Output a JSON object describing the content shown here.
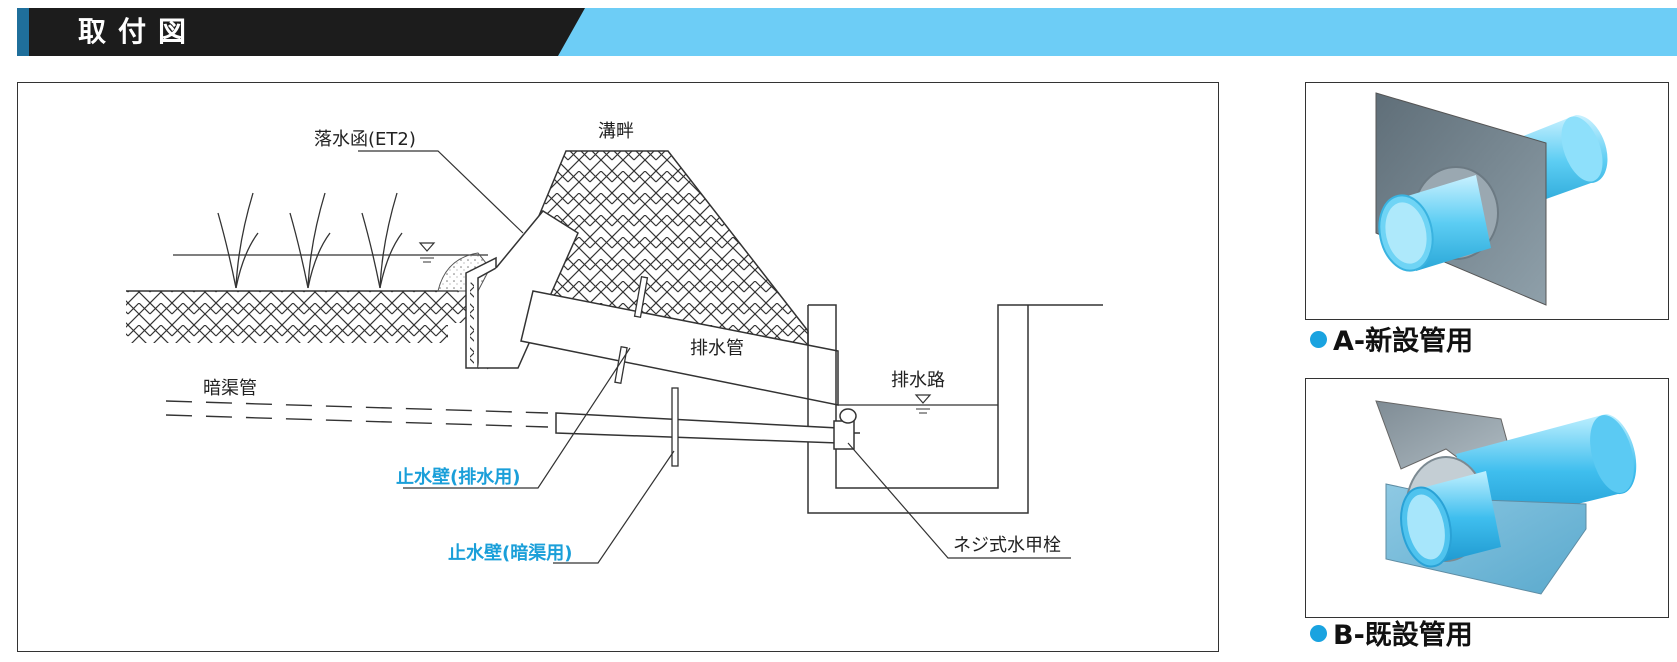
{
  "header": {
    "title": "取付図",
    "colors": {
      "dark": "#1c1c1c",
      "light_blue": "#6dcdf6",
      "accent": "#1f6f9b"
    }
  },
  "diagram": {
    "labels": {
      "drop_box": "落水函(ET2)",
      "embankment": "溝畔",
      "drain_pipe": "排水管",
      "drainage_channel": "排水路",
      "underdrain": "暗渠管",
      "waterstop_drain": "止水壁(排水用)",
      "waterstop_underdrain": "止水壁(暗渠用)",
      "screw_gate": "ネジ式水甲栓"
    }
  },
  "products": [
    {
      "caption": "A-新設管用",
      "dot_color": "#1aa3e0"
    },
    {
      "caption": "B-既設管用",
      "dot_color": "#1aa3e0"
    }
  ]
}
